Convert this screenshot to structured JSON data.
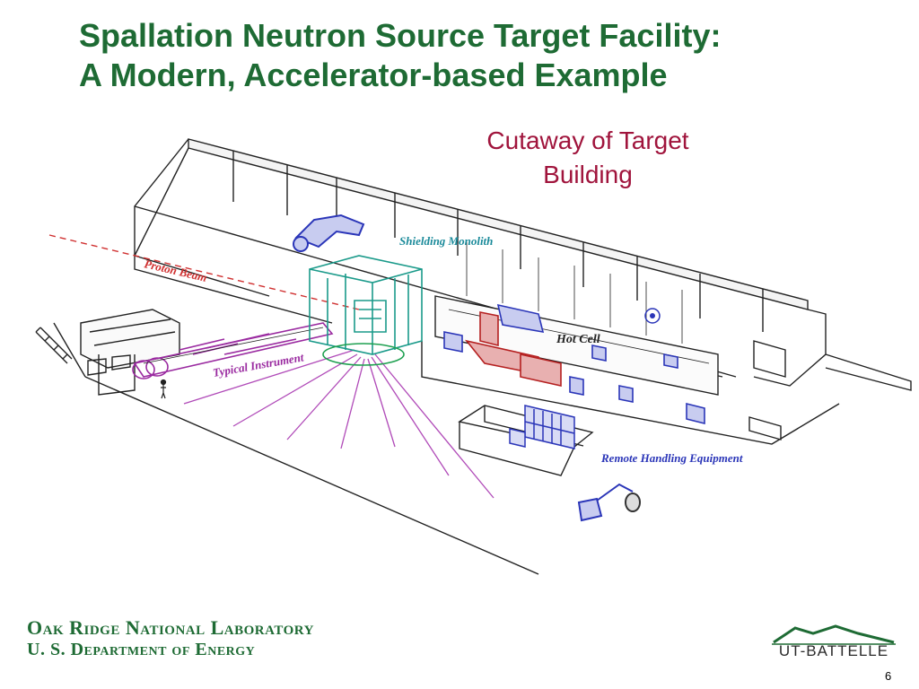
{
  "slide": {
    "title_line1": "Spallation Neutron Source Target Facility:",
    "title_line2": "A Modern, Accelerator-based Example",
    "caption_line1": "Cutaway of Target",
    "caption_line2": "Building",
    "page_number": "6"
  },
  "diagram": {
    "labels": {
      "proton_beam": "Proton Beam",
      "shielding_monolith": "Shielding Monolith",
      "typical_instrument": "Typical Instrument",
      "hot_cell": "Hot Cell",
      "remote_handling": "Remote Handling Equipment"
    },
    "colors": {
      "outline": "#222222",
      "beam": "#d03030",
      "monolith": "#1a9a8a",
      "instrument": "#9a2aa0",
      "hot_cell": "#b52020",
      "equipment": "#2a35b8"
    }
  },
  "footer": {
    "org_line1": "Oak Ridge National Laboratory",
    "org_line2": "U. S. Department of Energy",
    "logo_text": "UT-BATTELLE",
    "logo_color": "#1e6b34"
  }
}
